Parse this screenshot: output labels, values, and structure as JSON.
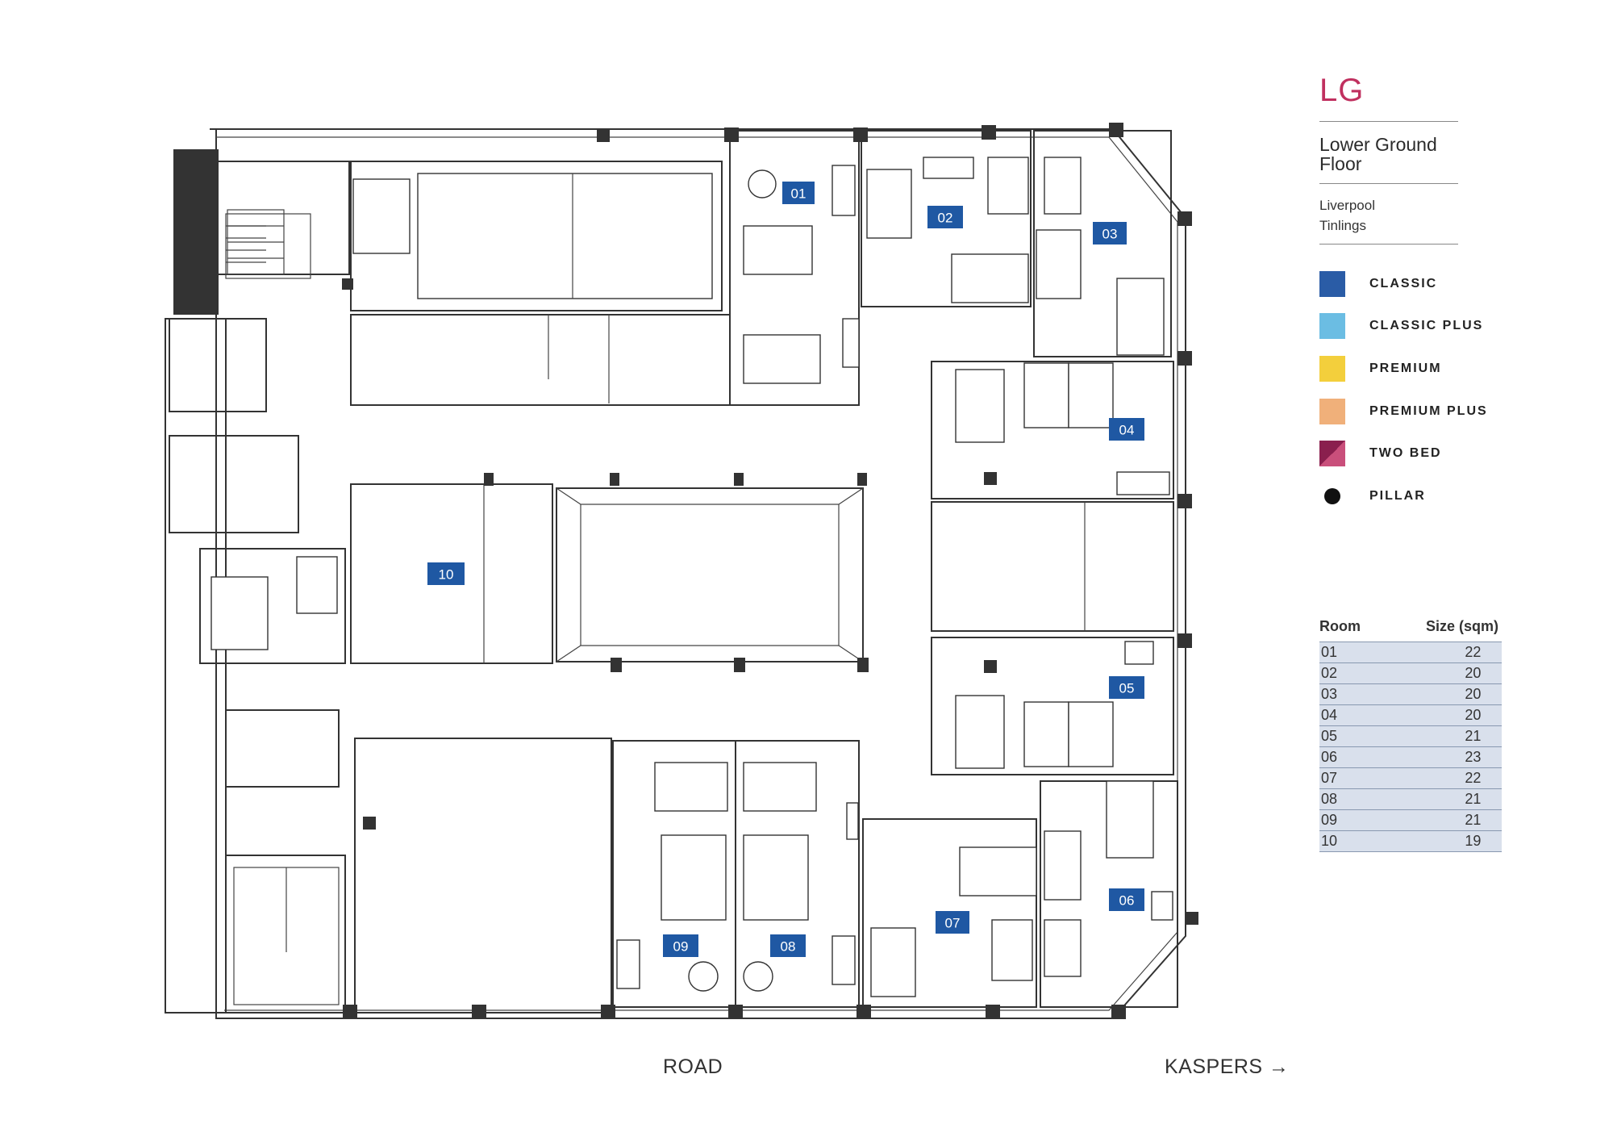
{
  "floor": {
    "code": "LG",
    "name_line1": "Lower Ground",
    "name_line2": "Floor",
    "location_line1": "Liverpool",
    "location_line2": "Tinlings"
  },
  "legend": [
    {
      "label": "CLASSIC",
      "color": "#2a5ca6",
      "kind": "swatch"
    },
    {
      "label": "CLASSIC PLUS",
      "color": "#6bbde3",
      "kind": "swatch"
    },
    {
      "label": "PREMIUM",
      "color": "#f3cf3c",
      "kind": "swatch"
    },
    {
      "label": "PREMIUM PLUS",
      "color": "#f0b07a",
      "kind": "swatch"
    },
    {
      "label": "TWO BED",
      "color": "#8a1f4e",
      "color2": "#c94f7b",
      "kind": "split"
    },
    {
      "label": "PILLAR",
      "color": "#111111",
      "kind": "dot"
    }
  ],
  "size_table": {
    "header_room": "Room",
    "header_size": "Size (sqm)",
    "rows": [
      {
        "room": "01",
        "size": "22"
      },
      {
        "room": "02",
        "size": "20"
      },
      {
        "room": "03",
        "size": "20"
      },
      {
        "room": "04",
        "size": "20"
      },
      {
        "room": "05",
        "size": "21"
      },
      {
        "room": "06",
        "size": "23"
      },
      {
        "room": "07",
        "size": "22"
      },
      {
        "room": "08",
        "size": "21"
      },
      {
        "room": "09",
        "size": "21"
      },
      {
        "room": "10",
        "size": "19"
      }
    ]
  },
  "rooms": [
    "01",
    "02",
    "03",
    "04",
    "05",
    "06",
    "07",
    "08",
    "09",
    "10"
  ],
  "labels": {
    "road": "ROAD",
    "kaspers": "KASPERS →"
  }
}
